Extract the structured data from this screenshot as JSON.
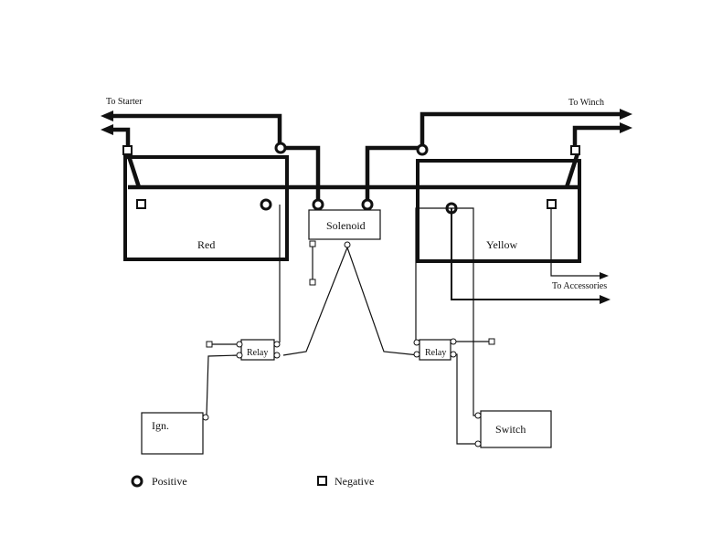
{
  "labels": {
    "to_starter": "To Starter",
    "to_winch": "To Winch",
    "to_accessories": "To Accessories",
    "battery_left": "Red",
    "battery_right": "Yellow",
    "solenoid": "Solenoid",
    "relay_left": "Relay",
    "relay_right": "Relay",
    "ignition": "Ign.",
    "switch": "Switch"
  },
  "legend": {
    "positive": "Positive",
    "negative": "Negative"
  }
}
